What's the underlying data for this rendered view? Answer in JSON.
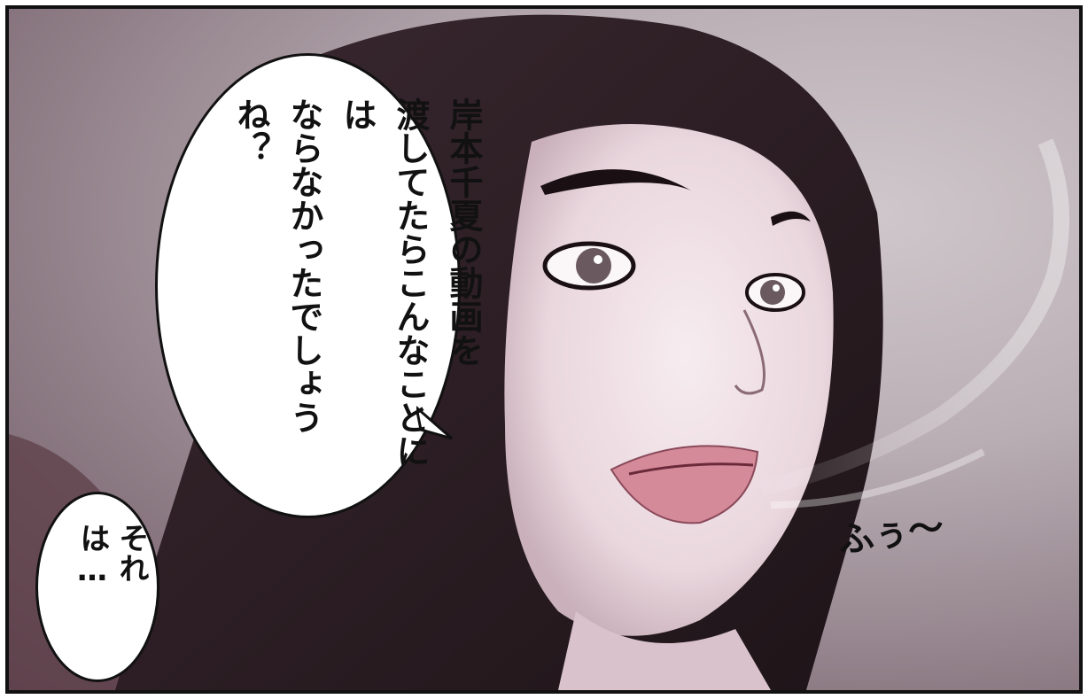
{
  "panel": {
    "speech_main": [
      "岸本千夏の動画を",
      "渡してたらこんなことには",
      "ならなかったでしょうね？"
    ],
    "speech_small": [
      "それ",
      "は…"
    ],
    "sfx": "ふぅ〜"
  },
  "colors": {
    "background": "#b9aeb4",
    "hair": "#2a1c22",
    "skin": "#efe1e6",
    "lips": "#d48a99",
    "bubble": "#ffffff",
    "outline": "#111111"
  }
}
